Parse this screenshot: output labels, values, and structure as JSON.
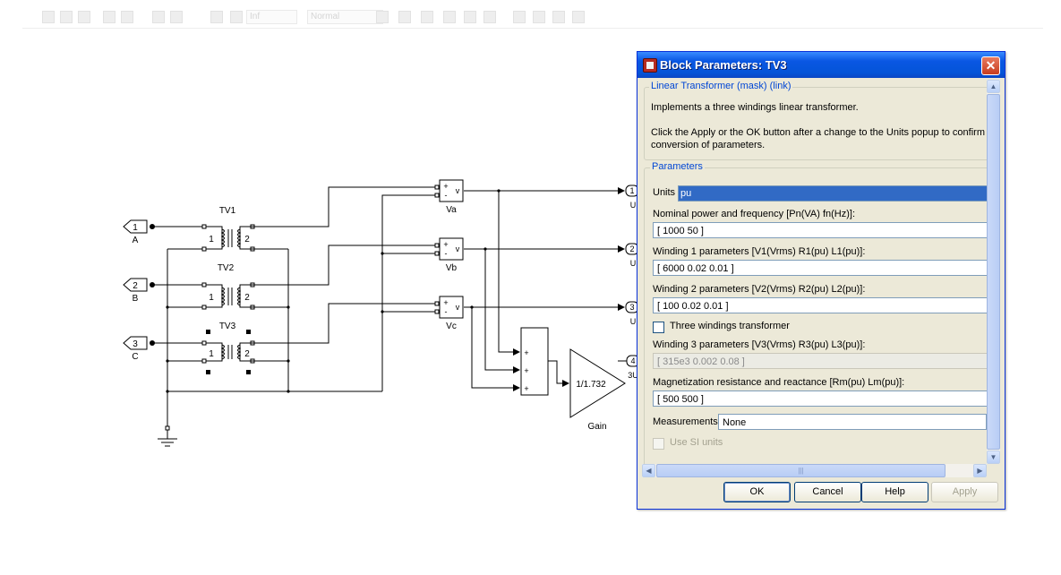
{
  "toolbar": {
    "sim_time": "Inf",
    "sim_mode": "Normal"
  },
  "diagram": {
    "ports": [
      {
        "number": "1",
        "label": "A"
      },
      {
        "number": "2",
        "label": "B"
      },
      {
        "number": "3",
        "label": "C"
      }
    ],
    "transformers": [
      {
        "label": "TV1",
        "w1": "1",
        "w2": "2"
      },
      {
        "label": "TV2",
        "w1": "1",
        "w2": "2"
      },
      {
        "label": "TV3",
        "w1": "1",
        "w2": "2"
      }
    ],
    "meters": [
      {
        "label": "Va",
        "plus": "+",
        "minus": "-",
        "v": "v"
      },
      {
        "label": "Vb",
        "plus": "+",
        "minus": "-",
        "v": "v"
      },
      {
        "label": "Vc",
        "plus": "+",
        "minus": "-",
        "v": "v"
      }
    ],
    "sum_signs": [
      "+",
      "+",
      "+"
    ],
    "gain": {
      "value": "1/1.732",
      "label": "Gain"
    },
    "out_ports": [
      "1",
      "2",
      "3",
      "4"
    ],
    "out_labels": [
      "U",
      "U",
      "U",
      "3U"
    ]
  },
  "dialog": {
    "title": "Block Parameters: TV3",
    "close_glyph": "✕",
    "group1_label": "Linear Transformer (mask) (link)",
    "description1": "Implements a three windings linear transformer.",
    "description2": "Click the Apply or the OK button after a change to the Units popup to confirm",
    "description3": "conversion of parameters.",
    "group2_label": "Parameters",
    "units_label": "Units",
    "units_value": "pu",
    "nominal_label": "Nominal power and frequency [Pn(VA) fn(Hz)]:",
    "nominal_value": "[ 1000 50 ]",
    "w1_label": "Winding 1 parameters [V1(Vrms) R1(pu) L1(pu)]:",
    "w1_value": "[ 6000  0.02  0.01 ]",
    "w2_label": "Winding 2 parameters [V2(Vrms) R2(pu) L2(pu)]:",
    "w2_value": "[ 100  0.02  0.01 ]",
    "three_windings_label": "Three windings transformer",
    "w3_label": "Winding 3 parameters [V3(Vrms) R3(pu) L3(pu)]:",
    "w3_value": "[ 315e3 0.002 0.08 ]",
    "mag_label": "Magnetization resistance and reactance [Rm(pu) Lm(pu)]:",
    "mag_value": "[ 500 500 ]",
    "meas_label": "Measurements",
    "meas_value": "None",
    "si_label": "Use SI units",
    "hscroll_grip": "|||",
    "buttons": {
      "ok": "OK",
      "cancel": "Cancel",
      "help": "Help",
      "apply": "Apply"
    }
  }
}
